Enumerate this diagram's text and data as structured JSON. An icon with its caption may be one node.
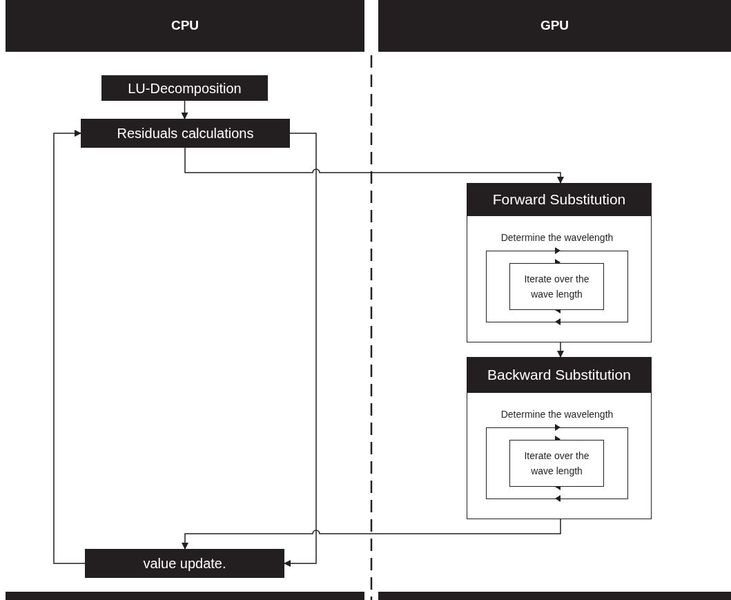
{
  "diagram": {
    "nodes": [
      {
        "text": [
          "CPU"
        ]
      },
      {
        "text": [
          "GPU"
        ]
      },
      {
        "text": [
          "LU-Decomposition"
        ]
      },
      {
        "text": [
          "Residuals calculations"
        ]
      },
      {
        "text": [],
        "shape": "box"
      },
      {
        "text": [
          "Forward Substitution"
        ],
        "in": 4
      },
      {
        "text": [
          "Determine the wavelength"
        ],
        "in": 4
      },
      {
        "text": [
          "Iterate over the wave length"
        ],
        "in": 6
      },
      {
        "text": [],
        "shape": "box"
      },
      {
        "text": [
          "Backward Substitution"
        ],
        "in": 8
      },
      {
        "text": [
          "Determine the wavelength"
        ],
        "in": 8
      },
      {
        "text": [
          "Iterate over the wave length"
        ],
        "in": 10
      },
      {
        "text": [
          "value update."
        ]
      }
    ],
    "edges": [
      {
        "from": 2,
        "to": 3,
        "arrow": "to"
      },
      {
        "from": 3,
        "to": 4,
        "arrow": "to"
      },
      {
        "from": 3,
        "to": 12,
        "arrow": "to"
      },
      {
        "from": 4,
        "to": 8,
        "arrow": "to"
      },
      {
        "from": 8,
        "to": 12,
        "arrow": "to"
      },
      {
        "from": 12,
        "to": 3,
        "arrow": "to"
      }
    ]
  }
}
